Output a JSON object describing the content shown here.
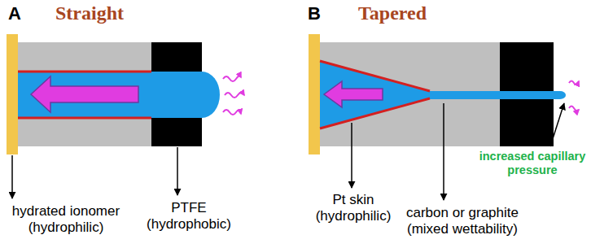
{
  "diagram": {
    "labels": [
      "A",
      "Straight",
      "B",
      "Tapered",
      "hydrated ionomer (hydrophilic)",
      "PTFE (hydrophobic)",
      "Pt skin (hydrophilic)",
      "carbon or graphite (mixed wettability)",
      "increased capillary pressure"
    ]
  }
}
